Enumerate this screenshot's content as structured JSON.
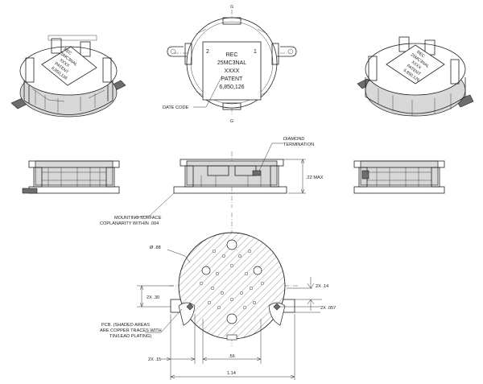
{
  "label_text": {
    "line1": "REC",
    "line2": "25MC3NAL",
    "line3": "XXXX",
    "line4": "PATENT",
    "line5": "6,850,126"
  },
  "pin_marks": {
    "left": "2",
    "right": "1"
  },
  "center_marks": {
    "top": "G",
    "bottom": "G"
  },
  "callouts": {
    "date_code": "DATE CODE",
    "diamond_1": "DIAMOND",
    "diamond_2": "TERMINATION",
    "mounting_1": "MOUNTING SURFACE",
    "mounting_2": "COPLANARITY WITHIN .004",
    "pcb_1": "PCB. (SHADED AREAS",
    "pcb_2": "ARE COPPER TRACES WITH",
    "pcb_3": "TIN/LEAD PLATING)"
  },
  "dimensions": {
    "height_max": ".22 MAX",
    "diameter": "Ø .88",
    "two_x_30": "2X .30",
    "two_x_14": "2X .14",
    "two_x_057": "2X .057",
    "two_x_15": "2X .15",
    "pitch_56": ".56",
    "overall_114": "1.14"
  }
}
